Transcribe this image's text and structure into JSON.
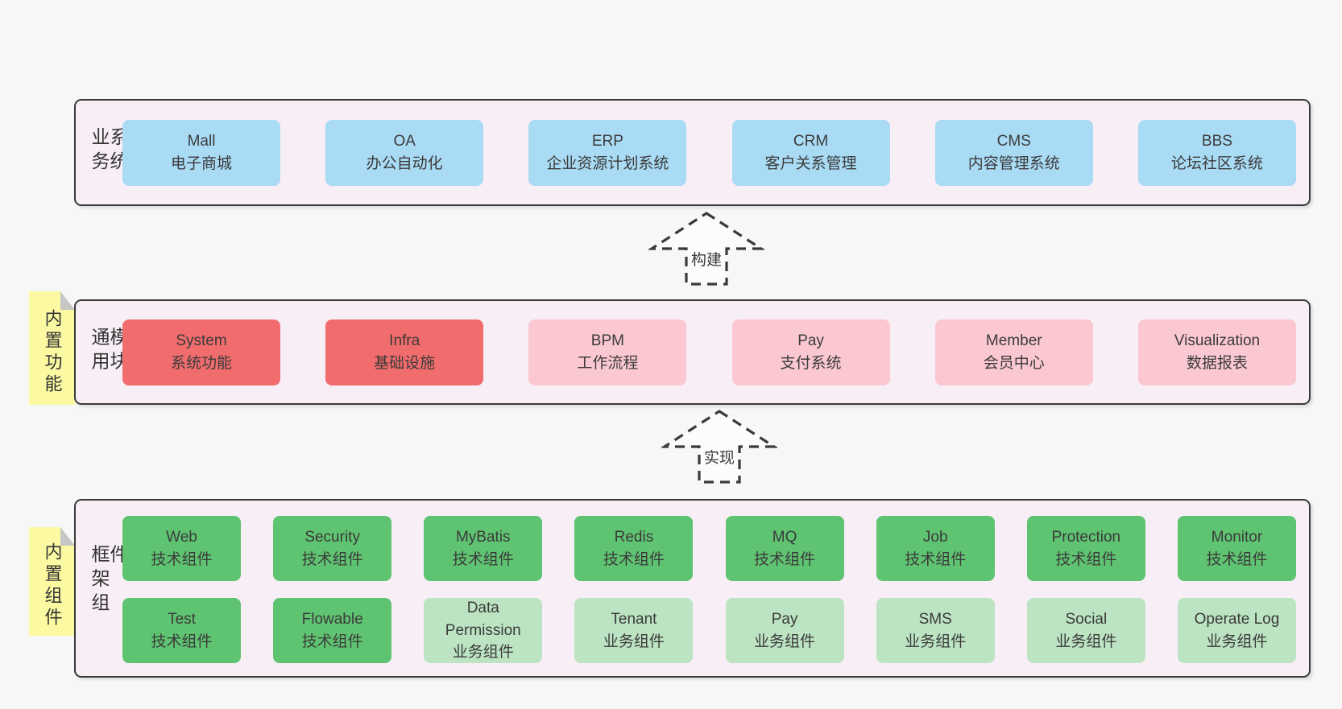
{
  "diagram": {
    "arrows": [
      {
        "label": "构建"
      },
      {
        "label": "实现"
      }
    ],
    "panels": [
      {
        "label": "业务系统",
        "boxes": [
          {
            "en": "Mall",
            "zh": "电子商城"
          },
          {
            "en": "OA",
            "zh": "办公自动化"
          },
          {
            "en": "ERP",
            "zh": "企业资源计划系统"
          },
          {
            "en": "CRM",
            "zh": "客户关系管理"
          },
          {
            "en": "CMS",
            "zh": "内容管理系统"
          },
          {
            "en": "BBS",
            "zh": "论坛社区系统"
          }
        ]
      },
      {
        "label": "通用模块",
        "tab": {
          "label": "内置功能"
        },
        "boxes": [
          {
            "en": "System",
            "zh": "系统功能"
          },
          {
            "en": "Infra",
            "zh": "基础设施"
          },
          {
            "en": "BPM",
            "zh": "工作流程"
          },
          {
            "en": "Pay",
            "zh": "支付系统"
          },
          {
            "en": "Member",
            "zh": "会员中心"
          },
          {
            "en": "Visualization",
            "zh": "数据报表"
          }
        ]
      },
      {
        "label": "框架组件",
        "tab": {
          "label": "内置组件"
        },
        "rows": [
          {
            "boxes": [
              {
                "en": "Web",
                "zh": "技术组件"
              },
              {
                "en": "Security",
                "zh": "技术组件"
              },
              {
                "en": "MyBatis",
                "zh": "技术组件"
              },
              {
                "en": "Redis",
                "zh": "技术组件"
              },
              {
                "en": "MQ",
                "zh": "技术组件"
              },
              {
                "en": "Job",
                "zh": "技术组件"
              },
              {
                "en": "Protection",
                "zh": "技术组件"
              },
              {
                "en": "Monitor",
                "zh": "技术组件"
              }
            ]
          },
          {
            "boxes": [
              {
                "en": "Test",
                "zh": "技术组件"
              },
              {
                "en": "Flowable",
                "zh": "技术组件"
              },
              {
                "en": "Data Permission",
                "zh": "业务组件"
              },
              {
                "en": "Tenant",
                "zh": "业务组件"
              },
              {
                "en": "Pay",
                "zh": "业务组件"
              },
              {
                "en": "SMS",
                "zh": "业务组件"
              },
              {
                "en": "Social",
                "zh": "业务组件"
              },
              {
                "en": "Operate Log",
                "zh": "业务组件"
              }
            ]
          }
        ]
      }
    ],
    "colors": {
      "page_bg": "#f7f7f7",
      "panel_bg": "#f8eef6",
      "panel_border": "#3a3a3a",
      "business_box": "#a9dbf5",
      "core_module_box": "#f16c6c",
      "optional_module_box": "#fbc8d2",
      "tech_component_box": "#5fc471",
      "biz_component_box": "#bce4c2",
      "sticky_tab": "#fbf9a2",
      "fold": "#c6c6c6",
      "text": "#3b3b3b"
    }
  }
}
